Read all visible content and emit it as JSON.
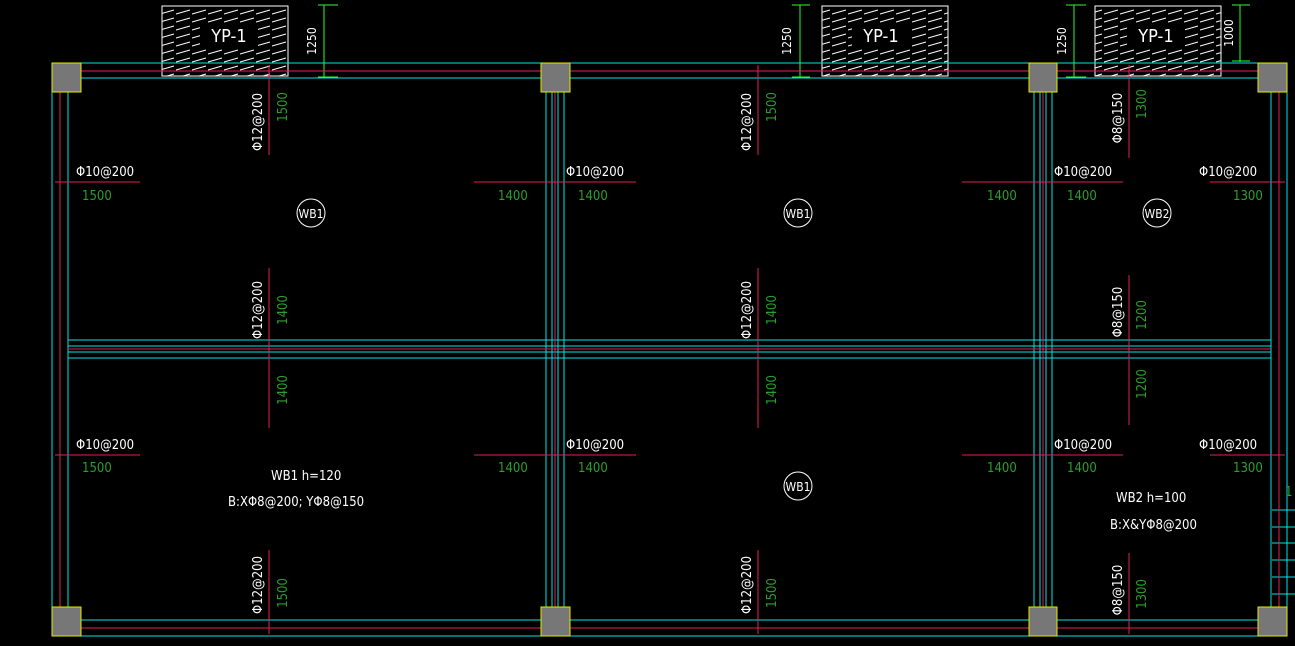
{
  "colors": {
    "background": "#000000",
    "beam": "#00e5e5",
    "rebar": "#e0205a",
    "dimension": "#2aff2a",
    "green_text": "#2aa02a",
    "column_fill": "#777777",
    "column_edge": "#e8e800",
    "text": "#ffffff"
  },
  "parapets": [
    {
      "label": "YP-1",
      "dim": "1250"
    },
    {
      "label": "YP-1",
      "dim": "1250"
    },
    {
      "label": "YP-1",
      "dim": "1250"
    }
  ],
  "right_dim": "1000",
  "slab_tags": {
    "wb1_a": "WB1",
    "wb1_b": "WB1",
    "wb2": "WB2",
    "wb1_c": "WB1"
  },
  "slab_notes": {
    "wb1_title": "WB1   h=120",
    "wb1_rebar": "B:XΦ8@200; YΦ8@150",
    "wb2_title": "WB2    h=100",
    "wb2_rebar": "B:X&YΦ8@200"
  },
  "rebar_labels": {
    "phi12_200": "Φ12@200",
    "phi10_200": "Φ10@200",
    "phi8_150": "Φ8@150"
  },
  "lengths": {
    "l1500": "1500",
    "l1400": "1400",
    "l1300": "1300",
    "l1200": "1200"
  },
  "edge_glyph": "1"
}
